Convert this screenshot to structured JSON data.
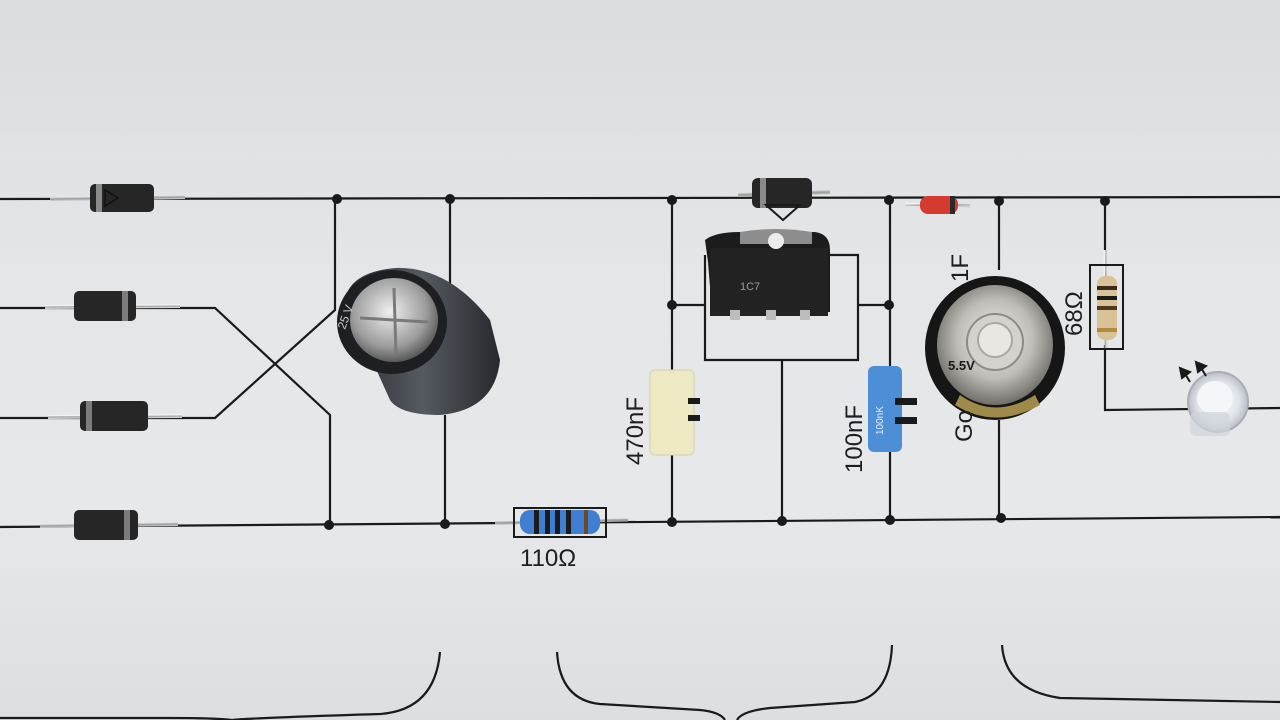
{
  "photo": {
    "subject": "diode-bridge-regulator-supercap-led-circuit",
    "paper_color": "#e4e6e8",
    "trace_color": "#1a1a1a"
  },
  "labels": {
    "resistor_input": "110Ω",
    "cap_470": "470nF",
    "cap_100": "100nF",
    "resistor_led": "68Ω",
    "supercap_partial": "Go",
    "supercap_value_partial": "1F"
  },
  "component_markings": {
    "electrolytic_cap": "25 V",
    "regulator_top": "1C7",
    "blue_cap": "100nK",
    "supercap_face": "5.5V"
  },
  "icons": {
    "led_light": "light-arrows-icon"
  }
}
